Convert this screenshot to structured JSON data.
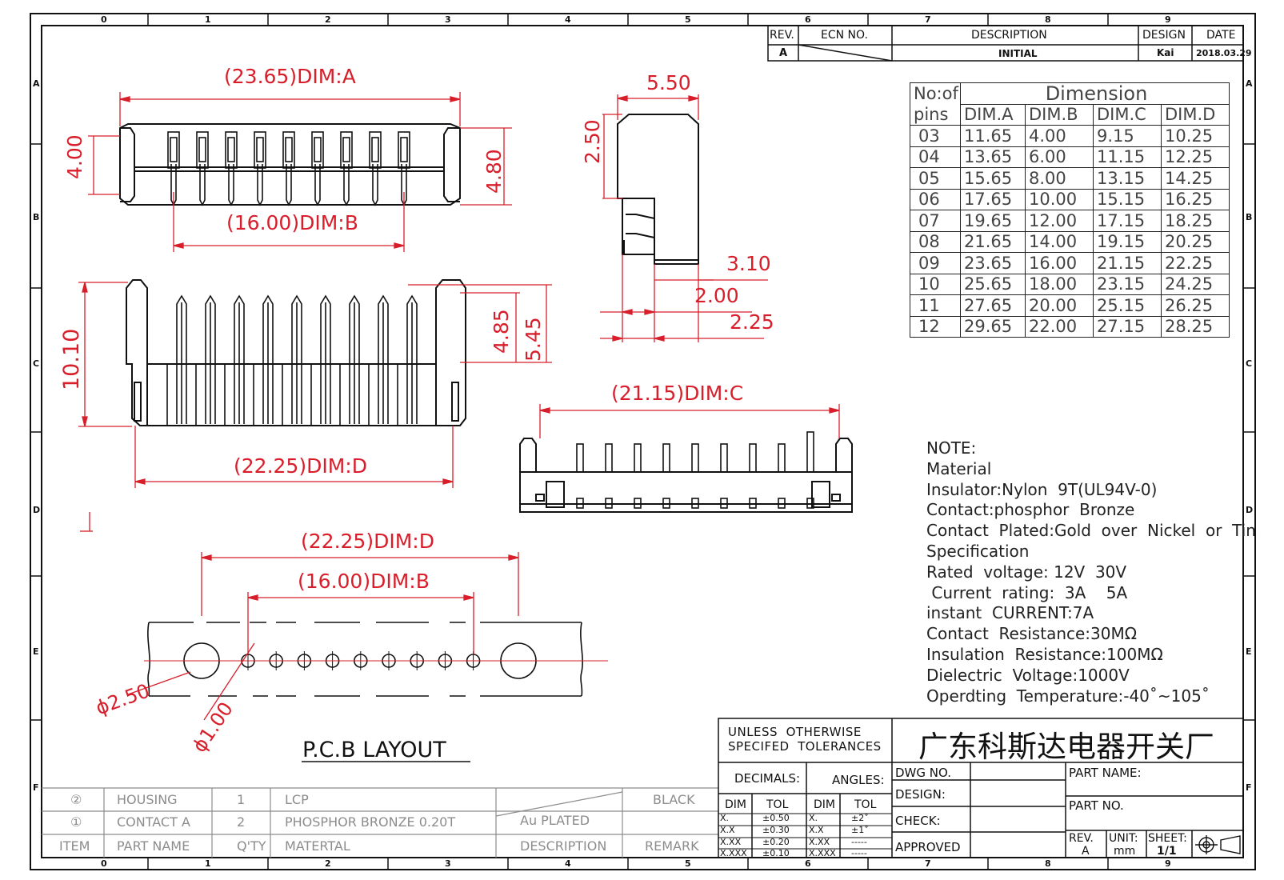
{
  "grid": {
    "columns": [
      "0",
      "1",
      "2",
      "3",
      "4",
      "5",
      "6",
      "7",
      "8",
      "9"
    ],
    "rows": [
      "A",
      "B",
      "C",
      "D",
      "E",
      "F"
    ]
  },
  "revision_block": {
    "headers": {
      "rev": "REV.",
      "ecn": "ECN  NO.",
      "description": "DESCRIPTION",
      "design": "DESIGN",
      "date": "DATE"
    },
    "row": {
      "rev": "A",
      "ecn": "",
      "description": "INITIAL",
      "design": "Kai",
      "date": "2018.03.29"
    }
  },
  "dimensions": {
    "top_view": {
      "dim_a": "(23.65)DIM:A",
      "height_left": "4.00",
      "height_right": "4.80",
      "dim_b": "(16.00)DIM:B"
    },
    "side_view": {
      "width": "5.50",
      "top": "2.50",
      "d1": "3.10",
      "d2": "2.00",
      "d3": "2.25"
    },
    "front_view": {
      "height": "10.10",
      "h1": "4.85",
      "h2": "5.45",
      "dim_d": "(22.25)DIM:D"
    },
    "bottom_view": {
      "dim_c": "(21.15)DIM:C"
    },
    "pcb": {
      "dim_d": "(22.25)DIM:D",
      "dim_b": "(16.00)DIM:B",
      "big_hole": "ϕ2.50",
      "small_hole": "ϕ1.00",
      "title": "P.C.B  LAYOUT"
    }
  },
  "dimension_table": {
    "pins_header": "No:of\npins",
    "title": "Dimension",
    "columns": [
      "DIM.A",
      "DIM.B",
      "DIM.C",
      "DIM.D"
    ],
    "rows": [
      [
        "03",
        "11.65",
        "4.00",
        "9.15",
        "10.25"
      ],
      [
        "04",
        "13.65",
        "6.00",
        "11.15",
        "12.25"
      ],
      [
        "05",
        "15.65",
        "8.00",
        "13.15",
        "14.25"
      ],
      [
        "06",
        "17.65",
        "10.00",
        "15.15",
        "16.25"
      ],
      [
        "07",
        "19.65",
        "12.00",
        "17.15",
        "18.25"
      ],
      [
        "08",
        "21.65",
        "14.00",
        "19.15",
        "20.25"
      ],
      [
        "09",
        "23.65",
        "16.00",
        "21.15",
        "22.25"
      ],
      [
        "10",
        "25.65",
        "18.00",
        "23.15",
        "24.25"
      ],
      [
        "11",
        "27.65",
        "20.00",
        "25.15",
        "26.25"
      ],
      [
        "12",
        "29.65",
        "22.00",
        "27.15",
        "28.25"
      ]
    ]
  },
  "notes": [
    "NOTE:",
    "Material",
    "Insulator:Nylon  9T(UL94V-0)",
    "Contact:phosphor  Bronze",
    "Contact  Plated:Gold  over  Nickel  or  Tin",
    "Specification",
    "Rated  voltage: 12V  30V",
    " Current  rating:  3A    5A",
    "instant  CURRENT:7A",
    "Contact  Resistance:30MΩ",
    "Insulation  Resistance:100MΩ",
    "Dielectric  Voltage:1000V",
    "Operdting  Temperature:-40˚~105˚"
  ],
  "bom": {
    "rows": [
      {
        "item": "②",
        "part": "HOUSING",
        "qty": "1",
        "material": "LCP",
        "description": "",
        "remark": "BLACK"
      },
      {
        "item": "①",
        "part": "CONTACT  A",
        "qty": "2",
        "material": "PHOSPHOR  BRONZE  0.20T",
        "description": "Au  PLATED",
        "remark": ""
      }
    ],
    "header": {
      "item": "ITEM",
      "part": "PART  NAME",
      "qty": "Q'TY",
      "material": "MATERTAL",
      "description": "DESCRIPTION",
      "remark": "REMARK"
    }
  },
  "title_block": {
    "tolerance_title": "UNLESS  OTHERWISE\nSPECIFED  TOLERANCES",
    "company": "广东科斯达电器开关厂",
    "decimals": "DECIMALS:",
    "angles": "ANGLES:",
    "dim": "DIM",
    "tol": "TOL",
    "decimal_rows": [
      [
        "X.",
        "±0.50"
      ],
      [
        "X.X",
        "±0.30"
      ],
      [
        "X.XX",
        "±0.20"
      ],
      [
        "X.XXX",
        "±0.10"
      ]
    ],
    "angle_rows": [
      [
        "X.",
        "±2˚"
      ],
      [
        "X.X",
        "±1˚"
      ],
      [
        "X.XX",
        "-----"
      ],
      [
        "X.XXX",
        "-----"
      ]
    ],
    "dwg_no": "DWG  NO.",
    "design": "DESIGN:",
    "check": "CHECK:",
    "approved": "APPROVED",
    "part_name": "PART  NAME:",
    "part_no": "PART  NO.",
    "rev_label": "REV.",
    "rev_value": "A",
    "unit_label": "UNIT:",
    "unit_value": "mm",
    "sheet_label": "SHEET:",
    "sheet_value": "1/1"
  }
}
